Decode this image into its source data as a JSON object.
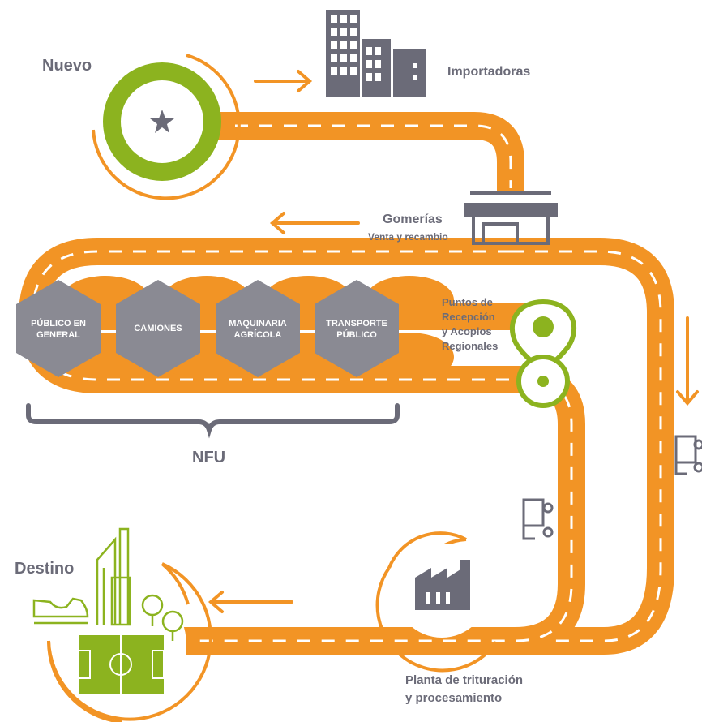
{
  "labels": {
    "nuevo": "Nuevo",
    "importadoras": "Importadoras",
    "gomerias": "Gomerías",
    "venta": "Venta y recambio",
    "puntos": [
      "Puntos de",
      "Recepción",
      "y Acopios",
      "Regionales"
    ],
    "nfu": "NFU",
    "destino": "Destino",
    "planta": [
      "Planta de trituración",
      "y procesamiento"
    ]
  },
  "categories": [
    [
      "PÚBLICO EN",
      "GENERAL"
    ],
    [
      "CAMIONES"
    ],
    [
      "MAQUINARIA",
      "AGRÍCOLA"
    ],
    [
      "TRANSPORTE",
      "PÚBLICO"
    ]
  ],
  "colors": {
    "road": "#f29425",
    "green": "#8cb31f",
    "gray": "#6b6b78",
    "hex": "#8a8a93"
  },
  "icons": [
    "star-icon",
    "buildings-icon",
    "store-icon",
    "location-pin-icon",
    "truck-icon",
    "factory-icon",
    "shoe-icon",
    "tower-icon",
    "tree-icon",
    "soccer-field-icon",
    "arrow-icon"
  ]
}
